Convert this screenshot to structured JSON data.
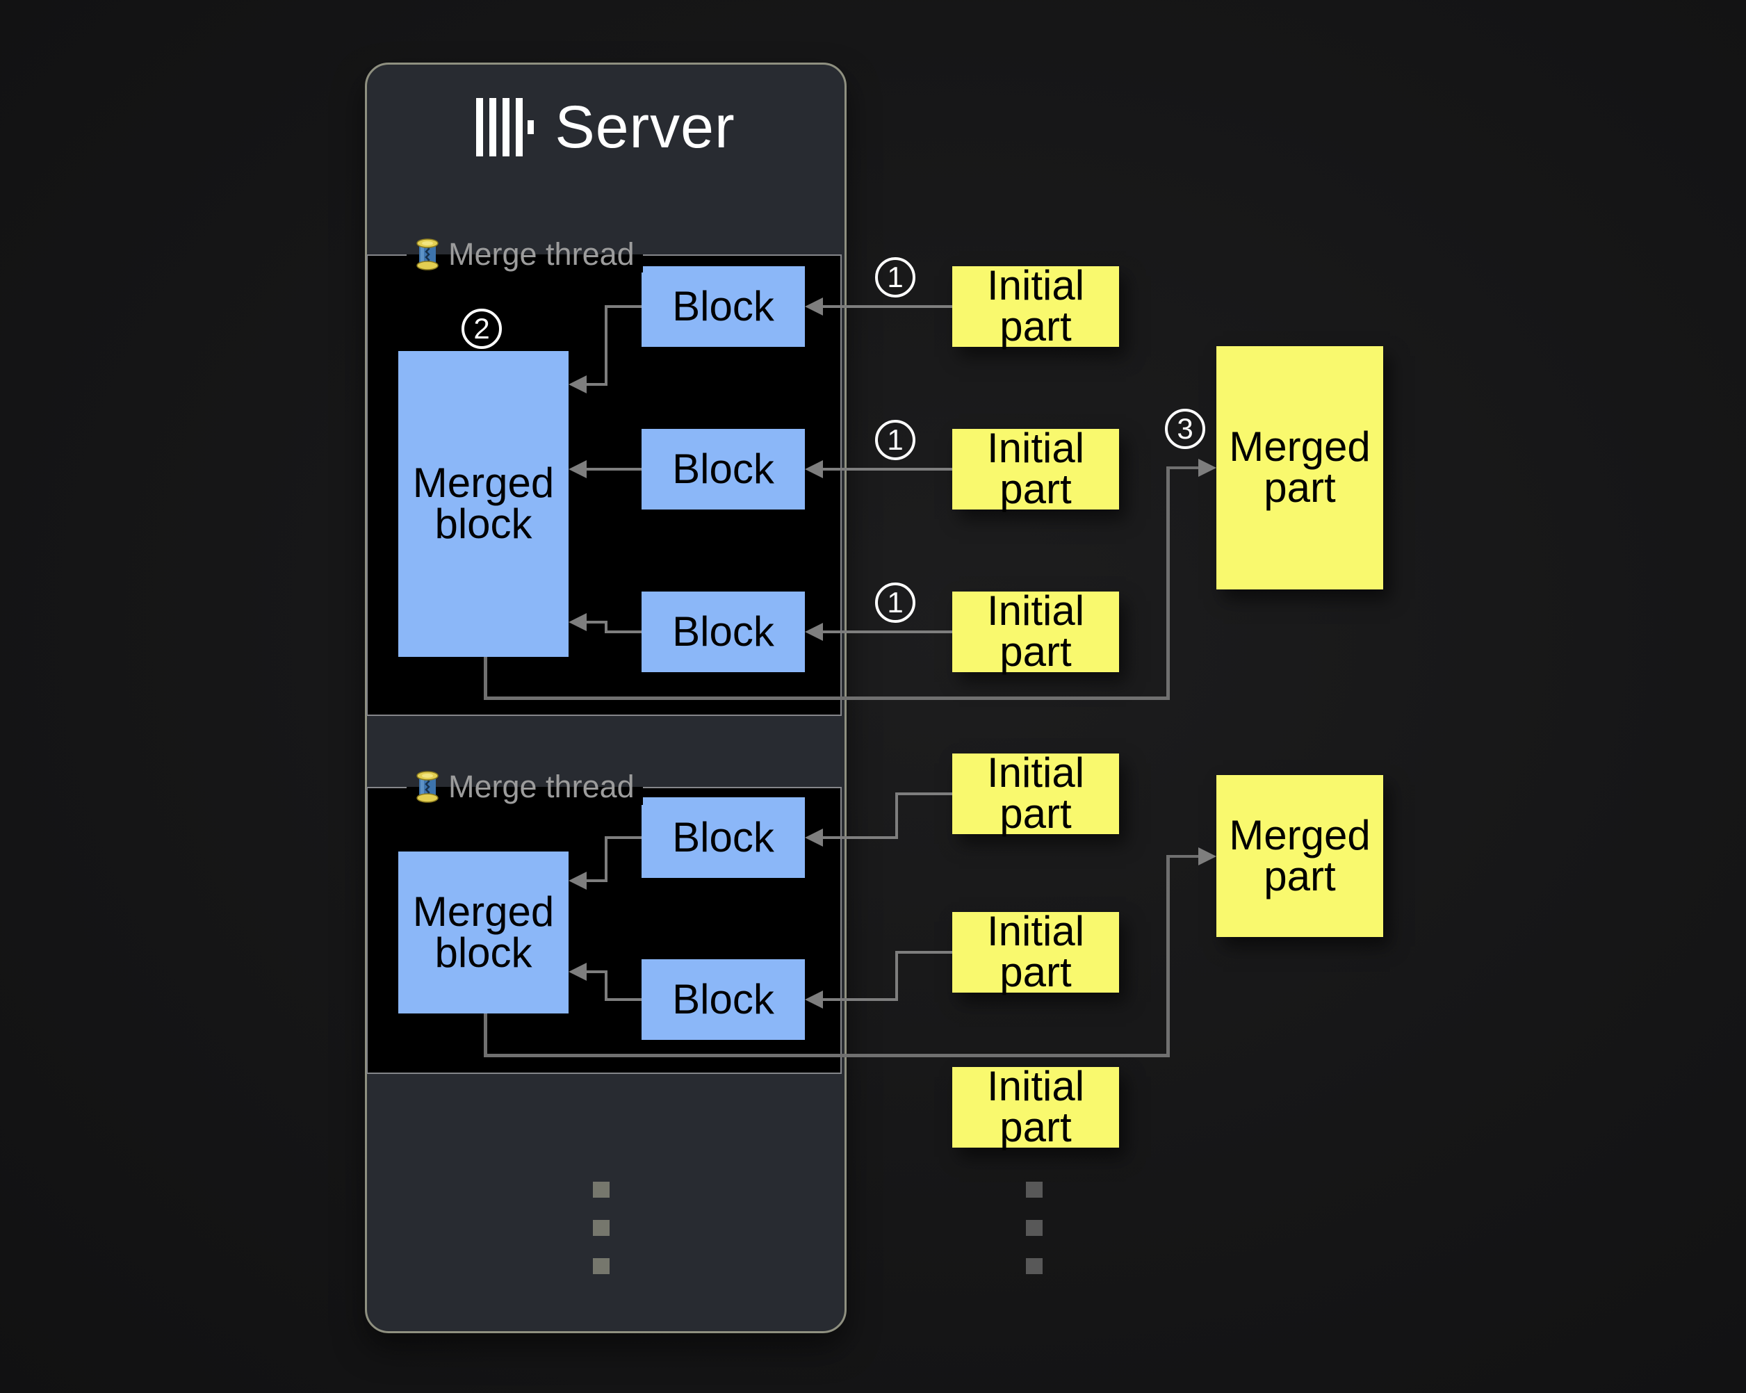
{
  "server": {
    "title": "Server"
  },
  "threads": [
    {
      "label": "Merge thread",
      "merged_block": "Merged block",
      "blocks": [
        "Block",
        "Block",
        "Block"
      ]
    },
    {
      "label": "Merge thread",
      "merged_block": "Merged block",
      "blocks": [
        "Block",
        "Block"
      ]
    }
  ],
  "initial_parts": [
    "Initial part",
    "Initial part",
    "Initial part",
    "Initial part",
    "Initial part",
    "Initial part"
  ],
  "merged_parts": [
    "Merged part",
    "Merged part"
  ],
  "badges": {
    "step1": "1",
    "step2": "2",
    "step3": "3"
  },
  "icons": {
    "logo": "clickhouse-logo",
    "thread": "thread-spool-icon",
    "continuation": "ellipsis-dots"
  },
  "colors": {
    "page_bg": "#161617",
    "server_panel_bg": "#282b31",
    "server_panel_border": "#8f9080",
    "thread_panel_bg": "#000000",
    "thread_panel_border": "#85868a",
    "block_fill": "#8bb7f8",
    "part_fill": "#f9f96e",
    "line": "#7e7e7e",
    "badge": "#ffffff",
    "thread_label_text": "#9c9c9c",
    "title_text": "#ffffff"
  }
}
